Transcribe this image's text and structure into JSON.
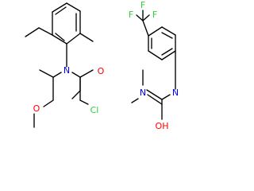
{
  "molecules": [
    {
      "atom_labels": {
        "nitrogen": "N",
        "carbonyl_oxygen": "O",
        "chlorine": "Cl",
        "ether_oxygen": "O"
      }
    },
    {
      "atom_labels": {
        "fluorine_1": "F",
        "fluorine_2": "F",
        "fluorine_3": "F",
        "dimethyl_nitrogen": "N",
        "aryl_nitrogen_h": "N",
        "carbonyl_oxygen_h": "OH"
      }
    }
  ],
  "colors": {
    "bond": "#000000",
    "oxygen": "#ff0000",
    "nitrogen": "#0000ff",
    "halogen": "#33cc33",
    "background": "#ffffff"
  }
}
